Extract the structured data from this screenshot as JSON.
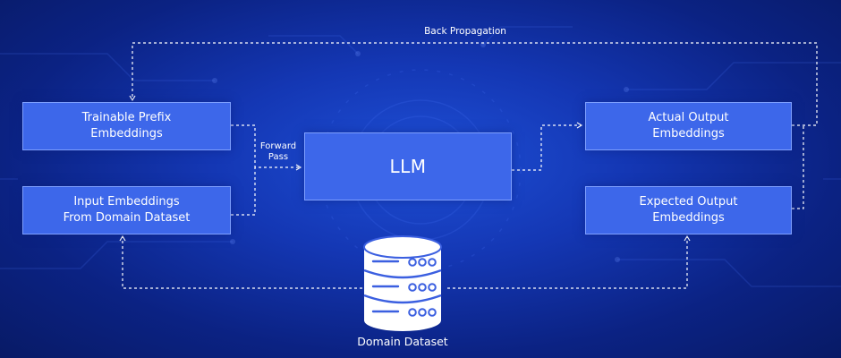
{
  "diagram": {
    "nodes": {
      "prefix": {
        "lines": [
          "Trainable Prefix",
          "Embeddings"
        ]
      },
      "input": {
        "lines": [
          "Input Embeddings",
          "From Domain Dataset"
        ]
      },
      "llm": {
        "lines": [
          "LLM"
        ]
      },
      "actual": {
        "lines": [
          "Actual Output",
          "Embeddings"
        ]
      },
      "expected": {
        "lines": [
          "Expected Output",
          "Embeddings"
        ]
      },
      "dataset": {
        "label": "Domain Dataset",
        "icon": "database-icon"
      }
    },
    "edges": [
      {
        "from": "prefix",
        "to": "llm",
        "label_lines": [
          "Forward",
          "Pass"
        ],
        "style": "dashed"
      },
      {
        "from": "input",
        "to": "llm",
        "style": "dashed"
      },
      {
        "from": "llm",
        "to": "actual",
        "style": "dashed"
      },
      {
        "from": "actual",
        "to": "prefix",
        "label": "Back Propagation",
        "style": "dashed"
      },
      {
        "from": "expected",
        "to": "actual",
        "style": "dashed"
      },
      {
        "from": "dataset",
        "to": "input",
        "style": "dashed"
      },
      {
        "from": "dataset",
        "to": "expected",
        "style": "dashed"
      }
    ]
  },
  "colors": {
    "background": "#1437b4",
    "box_fill": "#3d67ea",
    "box_border": "#7fa0ff",
    "line": "#ffffff",
    "database_body": "#ffffff",
    "database_accent": "#3b5fe0"
  }
}
